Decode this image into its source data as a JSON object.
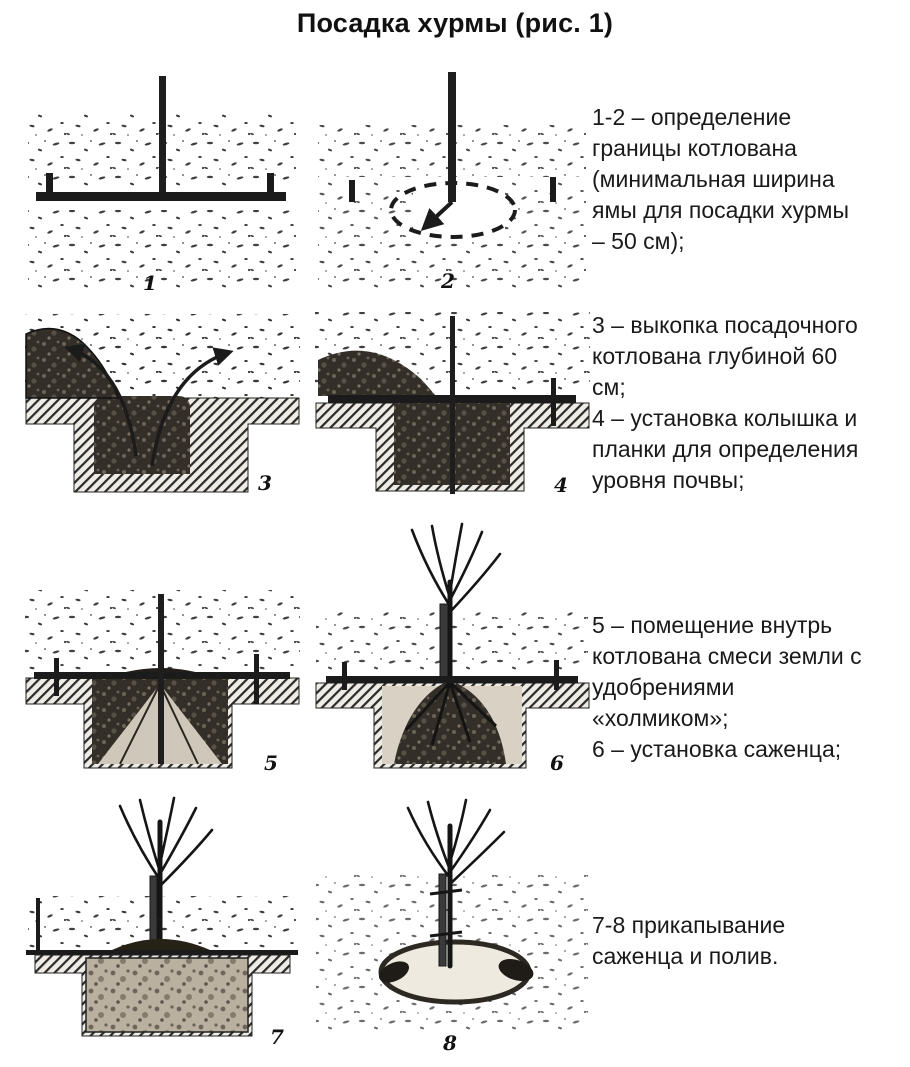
{
  "title": "Посадка хурмы (рис. 1)",
  "colors": {
    "ink": "#1b1b1b",
    "paper": "#ffffff"
  },
  "figure": {
    "panels": [
      {
        "number": "1",
        "name": "marking-stake-and-board"
      },
      {
        "number": "2",
        "name": "circle-outline-marking"
      },
      {
        "number": "3",
        "name": "digging-pit"
      },
      {
        "number": "4",
        "name": "stake-and-level-board"
      },
      {
        "number": "5",
        "name": "soil-mound-in-pit"
      },
      {
        "number": "6",
        "name": "seedling-on-mound"
      },
      {
        "number": "7",
        "name": "backfilled-seedling"
      },
      {
        "number": "8",
        "name": "watering-basin"
      }
    ],
    "captions": [
      {
        "text": "1-2 – определение\nграницы котлована\n(минимальная ширина\nямы для посадки хурмы\n– 50 см);"
      },
      {
        "text": "3 – выкопка посадочного\nкотлована глубиной 60\nсм;\n4 – установка колышка и\nпланки для определения\nуровня почвы;"
      },
      {
        "text": "5 – помещение внутрь\nкотлована смеси земли с\nудобрениями\n«холмиком»;\n6 – установка саженца;"
      },
      {
        "text": "7-8 прикапывание\nсаженца и полив."
      }
    ]
  }
}
